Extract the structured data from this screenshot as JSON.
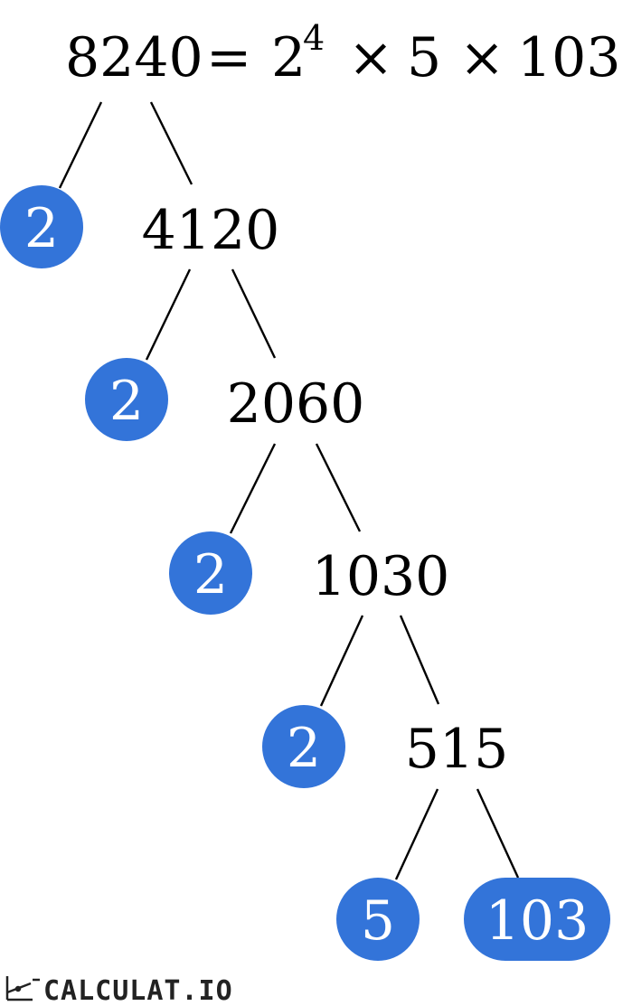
{
  "equation": {
    "number": "8240",
    "equals": "=",
    "base1": "2",
    "exp1": "4",
    "times1": "×",
    "factor2": "5",
    "times2": "×",
    "factor3": "103"
  },
  "tree": {
    "composites": [
      "4120",
      "2060",
      "1030",
      "515"
    ],
    "primes": [
      "2",
      "2",
      "2",
      "2",
      "5",
      "103"
    ]
  },
  "colors": {
    "prime_fill": "#3374D9",
    "text": "#000000",
    "edge": "#000000"
  },
  "logo": {
    "text": "CALCULAT.IO"
  }
}
